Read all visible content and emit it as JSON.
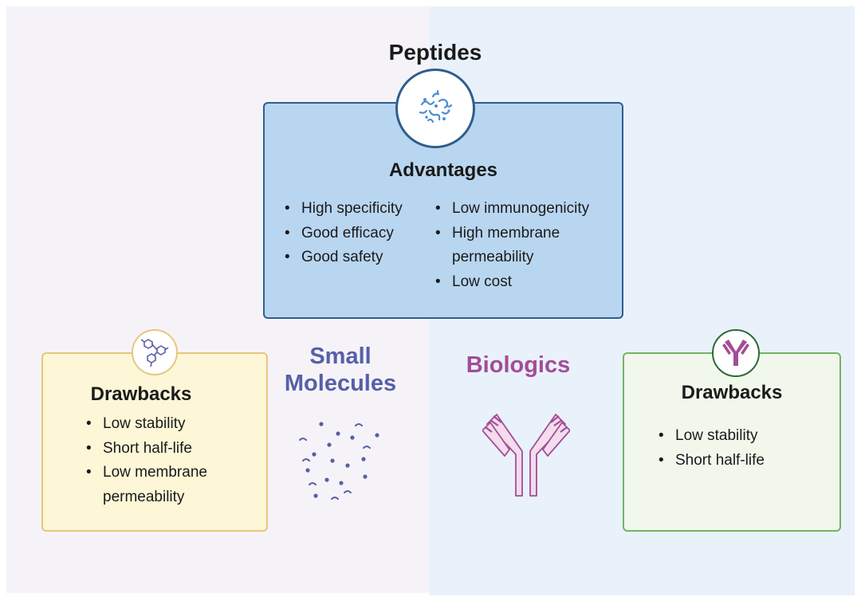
{
  "title": "Peptides",
  "advantages": {
    "heading": "Advantages",
    "col1": [
      "High specificity",
      "Good efficacy",
      "Good safety"
    ],
    "col2": [
      "Low immunogenicity",
      "High membrane permeability",
      "Low cost"
    ]
  },
  "small_molecules": {
    "label_line1": "Small",
    "label_line2": "Molecules",
    "drawbacks": {
      "heading": "Drawbacks",
      "items": [
        "Low stability",
        "Short half-life",
        "Low membrane permeability"
      ]
    }
  },
  "biologics": {
    "label": "Biologics",
    "drawbacks": {
      "heading": "Drawbacks",
      "items": [
        "Low stability",
        "Short half-life"
      ]
    }
  },
  "colors": {
    "advantages_fill": "#b9d6f0",
    "advantages_border": "#2f5e8c",
    "small_molecules_label": "#5560a8",
    "small_molecules_fill": "#fdf6d7",
    "small_molecules_border": "#e6c77d",
    "biologics_label": "#a34d96",
    "biologics_fill": "#f2f7ec",
    "biologics_border": "#72b563"
  }
}
